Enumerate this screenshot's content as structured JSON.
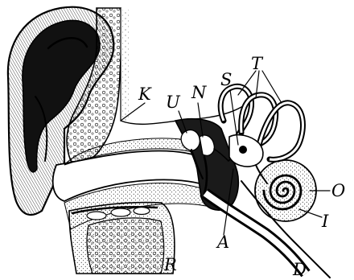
{
  "labels": {
    "K": "K",
    "U": "U",
    "N": "N",
    "S": "S",
    "T": "T",
    "O": "O",
    "I": "I",
    "A": "A",
    "R": "R",
    "D": "D"
  },
  "colors": {
    "ink": "#000000",
    "paper": "#ffffff",
    "shade": "#1a1a1a"
  }
}
